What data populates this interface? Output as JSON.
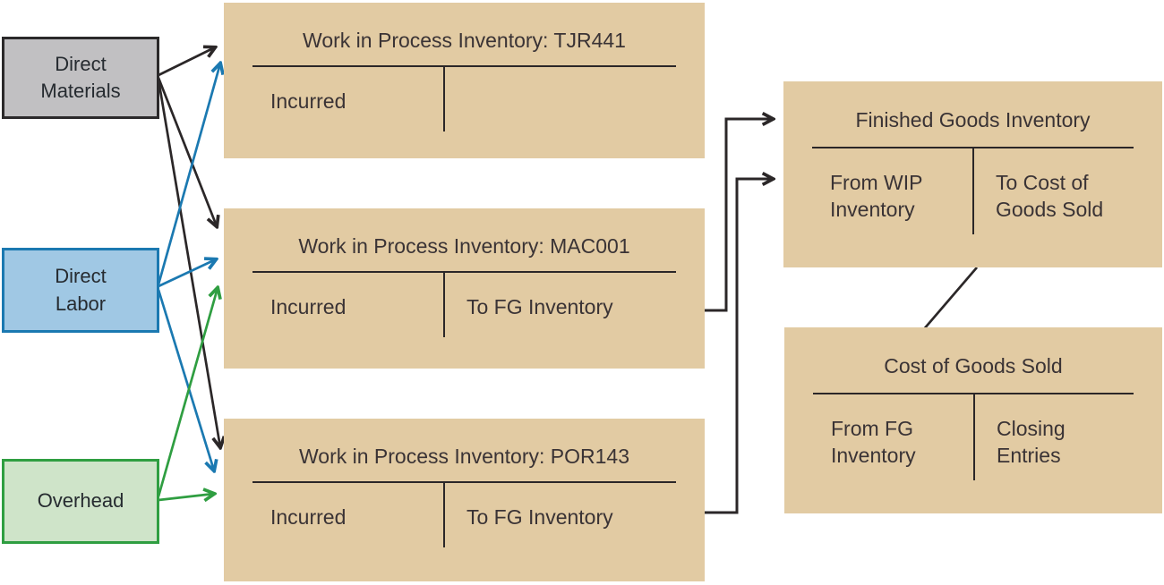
{
  "sources": [
    {
      "id": "direct-materials",
      "label": "Direct\nMaterials",
      "fill": "#c1c0c2",
      "border": "#2b292a"
    },
    {
      "id": "direct-labor",
      "label": "Direct\nLabor",
      "fill": "#a0c8e4",
      "border": "#1b79b1"
    },
    {
      "id": "overhead",
      "label": "Overhead",
      "fill": "#cfe4c9",
      "border": "#2f9e41"
    }
  ],
  "t_accounts": [
    {
      "id": "wip-tjr441",
      "title": "Work in Process Inventory: TJR441",
      "left": "Incurred",
      "right": ""
    },
    {
      "id": "wip-mac001",
      "title": "Work in Process Inventory: MAC001",
      "left": "Incurred",
      "right": "To FG Inventory"
    },
    {
      "id": "wip-por143",
      "title": "Work in Process Inventory: POR143",
      "left": "Incurred",
      "right": "To FG Inventory"
    },
    {
      "id": "finished-goods",
      "title": "Finished Goods Inventory",
      "left": "From WIP\nInventory",
      "right": "To Cost of\nGoods Sold"
    },
    {
      "id": "cost-of-goods-sold",
      "title": "Cost of Goods Sold",
      "left": "From FG\nInventory",
      "right": "Closing\nEntries"
    }
  ],
  "colors": {
    "arrow_black": "#2b2728",
    "arrow_blue": "#1b79b1",
    "arrow_green": "#2f9e41",
    "taccount_fill": "#e2cba3",
    "rule_line": "#2b2728"
  }
}
